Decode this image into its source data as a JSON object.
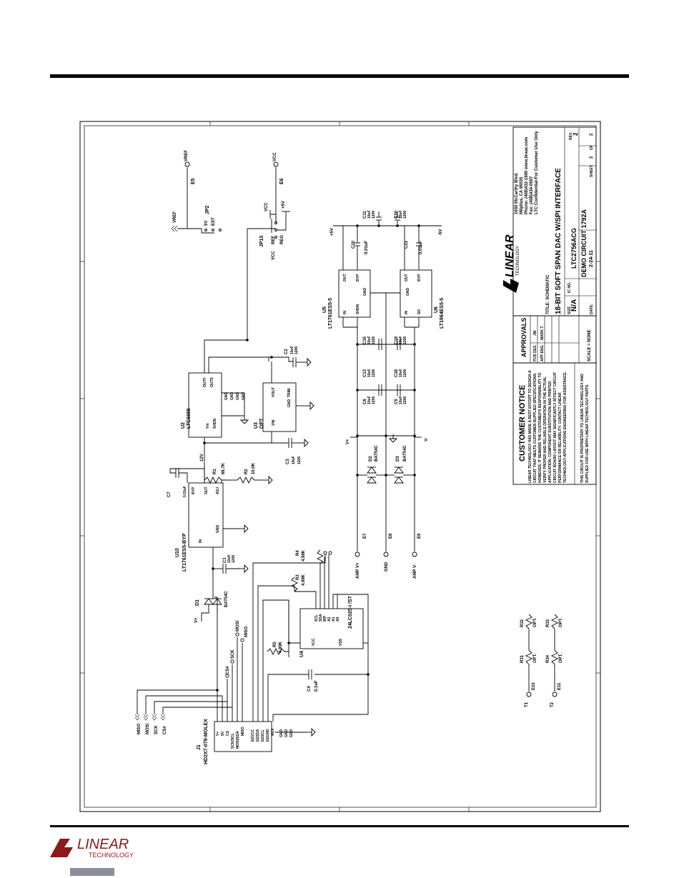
{
  "brand": {
    "name": "LINEAR",
    "tagline": "TECHNOLOGY",
    "color": "#8b1a1a"
  },
  "customer_notice": {
    "title": "CUSTOMER NOTICE",
    "body": [
      "LINEAR TECHNOLOGY HAS MADE A BEST EFFORT TO DESIGN A",
      "CIRCUIT THAT MEETS CUSTOMER-SUPPLIED SPECIFICATIONS;",
      "HOWEVER, IT REMAINS THE CUSTOMER'S RESPONSIBILITY TO",
      "VERIFY PROPER AND RELIABLE OPERATION IN THE ACTUAL",
      "APPLICATION. COMPONENT SUBSTITUTION AND PRINTED",
      "CIRCUIT BOARD LAYOUT MAY SIGNIFICANTLY AFFECT CIRCUIT",
      "PERFORMANCE OR RELIABILITY. CONTACT LINEAR",
      "TECHNOLOGY APPLICATIONS ENGINEERING FOR ASSISTANCE."
    ],
    "proprietary": [
      "THIS CIRCUIT IS PROPRIETARY TO LINEAR TECHNOLOGY AND",
      "SUPPLIED FOR USE WITH LINEAR TECHNOLOGY PARTS."
    ]
  },
  "approvals": {
    "title": "APPROVALS",
    "rows": [
      {
        "role": "PCB DES.",
        "name": "JW"
      },
      {
        "role": "APP ENG.",
        "name": "MARK T."
      }
    ],
    "scale": "SCALE = NONE"
  },
  "address": [
    "1630 McCarthy Blvd.",
    "Milpitas, CA 95035",
    "Phone: (408)432-1900   www.linear.com",
    "Fax: (408)434-0507",
    "LTC Confidential-For Customer Use Only"
  ],
  "title_block": {
    "title_label": "TITLE:  SCHEMATIC",
    "title": "18-BIT SOFT SPAN DAC W/SPI INTERFACE",
    "size_label": "SIZE",
    "size": "N/A",
    "ic_label": "IC NO.",
    "ic": "LTC2756ACG",
    "demo": "DEMO CIRCUIT 1792A",
    "rev_label": "REV.",
    "rev": "2",
    "date_label": "DATE:",
    "date": "2-24-11",
    "sheet_label": "SHEET",
    "sheet": "2",
    "of_label": "OF",
    "of": "2"
  },
  "schematic": {
    "j1": {
      "ref": "J1",
      "part": "HD2X7-079-MOLEX",
      "pins_left": [
        "V+",
        "5V",
        "CS",
        "SCK/SCL",
        "MOSI/SDA",
        "MISO"
      ],
      "pins_right": [
        "EEVCC",
        "EESDA",
        "EESCL",
        "EEGND",
        "AUX"
      ],
      "pins_gnd": [
        "GND",
        "GND",
        "GND"
      ]
    },
    "spi_signals": [
      "MISO",
      "MOSI",
      "SCK",
      "CS#"
    ],
    "spi_test": [
      "CS#",
      "SCK",
      "MOSI",
      "MISO"
    ],
    "d1": {
      "ref": "D1",
      "part": "BAT54C"
    },
    "vplus": "V+",
    "c1": {
      "ref": "C1",
      "value": "10uF",
      "size": "1206"
    },
    "u10": {
      "ref": "U10",
      "part": "LT1761ES5-BYP",
      "pins": [
        "IN",
        "OUT",
        "BYP",
        "ADJ",
        "GND"
      ]
    },
    "c7": {
      "ref": "C7",
      "value": "0.01uF"
    },
    "r1": {
      "ref": "R1",
      "value": "88.7K"
    },
    "r2": {
      "ref": "R2",
      "value": "10.0K"
    },
    "rail_12v": "12V",
    "u2": {
      "ref": "U2",
      "part": "LTC6655",
      "pins": [
        "Vin",
        "SHDN",
        "OUTF",
        "OUTS",
        "GND",
        "GND",
        "GND",
        "GND"
      ]
    },
    "c2": {
      "ref": "C2",
      "value": "10uF",
      "size": "1206"
    },
    "u3": {
      "ref": "U3",
      "part": "OPT",
      "pins": [
        "VIN",
        "VOUT",
        "TRIM",
        "GND"
      ]
    },
    "c3": {
      "ref": "C3",
      "value": "10uF",
      "size": "1206"
    },
    "jp2": {
      "ref": "JP2",
      "opt1": "5V",
      "opt2": "EXT",
      "net": "VREF"
    },
    "e5": {
      "ref": "E5",
      "net": "VREF"
    },
    "jp10": {
      "ref": "JP10",
      "net": "VCC",
      "opt1": "REF",
      "opt2": "REG",
      "plus5": "+5V",
      "vcc": "VCC"
    },
    "e6": {
      "ref": "E6",
      "net": "VCC"
    },
    "u5": {
      "ref": "U5",
      "part": "LT1761ES5-5",
      "pins": [
        "IN",
        "OUT",
        "BYP",
        "GND",
        "SHDN"
      ]
    },
    "u6": {
      "ref": "U6",
      "part": "LT1964ES5-5",
      "pins": [
        "IN",
        "OUT",
        "BYP",
        "GND",
        "SD"
      ]
    },
    "c10": {
      "ref": "C10",
      "value": "0.01uF"
    },
    "c11": {
      "ref": "C11",
      "value": "10uF",
      "size": "1206"
    },
    "c20": {
      "ref": "C20",
      "value": "10uF",
      "size": "1206"
    },
    "c21": {
      "ref": "C21",
      "value": "0.01uF"
    },
    "vp5": "+5V",
    "vn5": "-5V",
    "c15": {
      "ref": "C15",
      "value": "10uF",
      "size": "1206"
    },
    "c19": {
      "ref": "C19",
      "value": "10uF",
      "size": "1206"
    },
    "c13": {
      "ref": "C13",
      "value": "10uF",
      "size": "1206"
    },
    "c18": {
      "ref": "C18",
      "value": "10uF",
      "size": "1206"
    },
    "c6": {
      "ref": "C6",
      "value": "10uF",
      "size": "1206"
    },
    "c5": {
      "ref": "C5",
      "value": "10uF",
      "size": "1206"
    },
    "d2": {
      "ref": "D2",
      "part": "BAT54C"
    },
    "d3": {
      "ref": "D3",
      "part": "BAT54C"
    },
    "vp": "V+",
    "vm": "V-",
    "e7": {
      "ref": "E7",
      "label": "AMP V+"
    },
    "e8": {
      "ref": "E8",
      "label": "GND"
    },
    "e9": {
      "ref": "E9",
      "label": "AMP V-"
    },
    "r4": {
      "ref": "R4",
      "value": "4.99K"
    },
    "r3": {
      "ref": "R3",
      "value": "4.99K"
    },
    "r5": {
      "ref": "R5",
      "value": "4.99K"
    },
    "u4": {
      "ref": "U4",
      "part": "24LC025-I /ST",
      "pins": [
        "SCL",
        "SDA",
        "WP",
        "A2",
        "A1",
        "A0",
        "VCC",
        "VSS"
      ]
    },
    "c4": {
      "ref": "C4",
      "value": "0.1uF"
    },
    "r31": {
      "ref": "R31",
      "value": "OPT."
    },
    "r32": {
      "ref": "R32",
      "value": "OPT."
    },
    "r33": {
      "ref": "R33",
      "value": "OPT."
    },
    "r34": {
      "ref": "R34",
      "value": "OPT."
    },
    "t1": {
      "ref": "T1",
      "pad": "E10"
    },
    "t2": {
      "ref": "T2",
      "pad": "E11"
    }
  }
}
